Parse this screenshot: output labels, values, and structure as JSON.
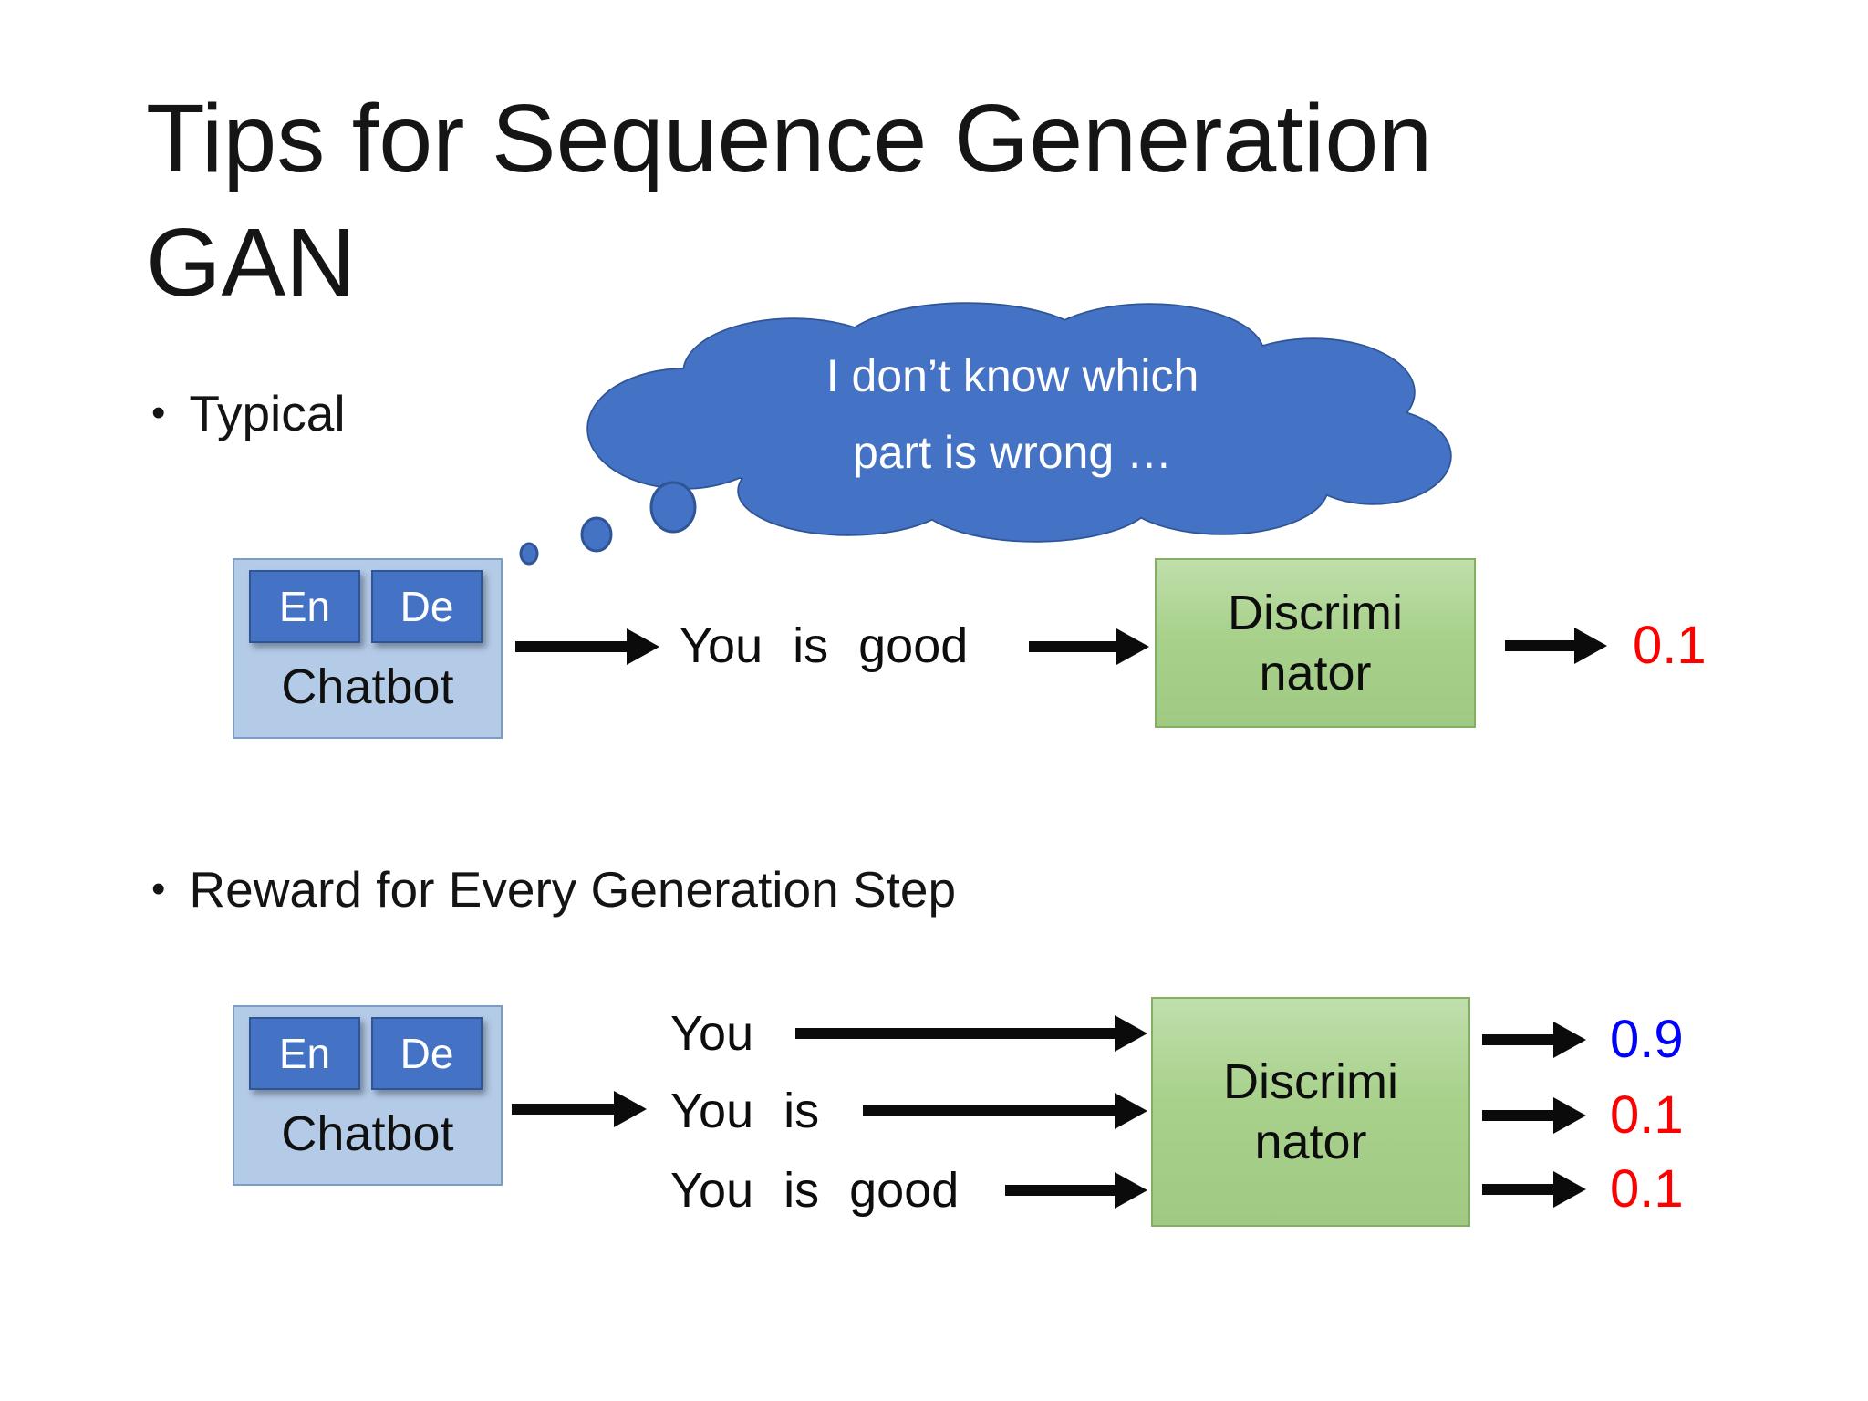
{
  "slide": {
    "title": [
      "Tips for Sequence Generation",
      "GAN"
    ],
    "bullet_marker": "•",
    "bullets": [
      "Typical",
      "Reward for Every Generation Step"
    ]
  },
  "thought_cloud": {
    "line1": "I don’t know which",
    "line2": "part is wrong …",
    "fill": "#4472C4",
    "border": "#2F5597"
  },
  "chatbot": {
    "encoder": "En",
    "decoder": "De",
    "label": "Chatbot"
  },
  "discriminator": {
    "line1": "Discrimi",
    "line2": "nator"
  },
  "typical_flow": {
    "sentence": "You is good",
    "score": "0.1",
    "score_color": "#FF0000"
  },
  "stepwise_flow": {
    "rows": [
      {
        "text": "You",
        "score": "0.9",
        "score_color": "#0000FF"
      },
      {
        "text": "You is",
        "score": "0.1",
        "score_color": "#FF0000"
      },
      {
        "text": "You is good",
        "score": "0.1",
        "score_color": "#FF0000"
      }
    ]
  }
}
